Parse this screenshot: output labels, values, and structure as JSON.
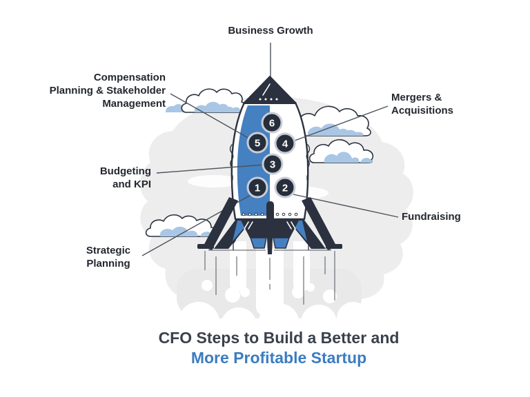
{
  "title": {
    "line1": "CFO Steps to Build a Better and",
    "line2": "More Profitable Startup"
  },
  "steps": [
    {
      "number": "1",
      "callout": "Strategic\nPlanning"
    },
    {
      "number": "2",
      "callout": "Fundraising"
    },
    {
      "number": "3",
      "callout": "Budgeting\nand KPI"
    },
    {
      "number": "4",
      "callout": "Mergers &\nAcquisitions"
    },
    {
      "number": "5",
      "callout": "Compensation\nPlanning & Stakeholder\nManagement"
    },
    {
      "number": "6",
      "callout": "Business Growth"
    }
  ],
  "colors": {
    "background": "#ffffff",
    "textDark": "#23272e",
    "titleDark": "#3a414c",
    "titleBlue": "#3b7cc1",
    "dark": "#2b313f",
    "circleDark": "#272e3b",
    "ring": "#c8cdd6",
    "blue": "#4580c1",
    "cloudBlue": "#a9c7e5",
    "blobGray": "#ededed",
    "smokeGray": "#e9e9e9",
    "lineGray": "#4d525a"
  }
}
